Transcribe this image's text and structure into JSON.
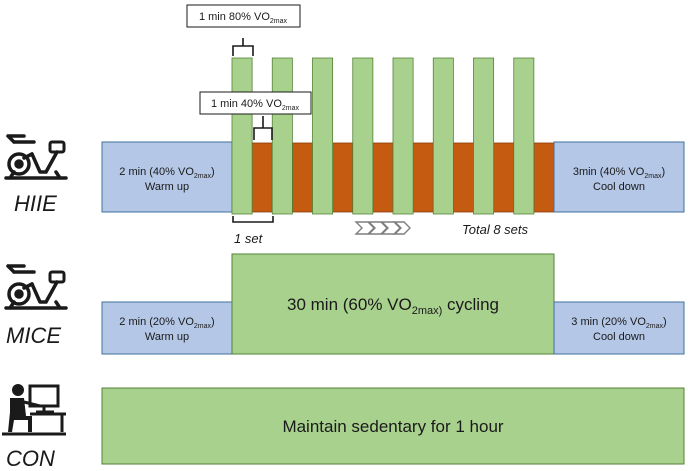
{
  "colors": {
    "blue": "#b4c7e7",
    "blue_stroke": "#41719c",
    "green": "#a9d18e",
    "green_stroke": "#548235",
    "orange": "#c55a11",
    "orange_stroke": "#843c0c",
    "ink": "#1a1a1a"
  },
  "rows": {
    "hiie": {
      "label": "HIIE",
      "icon": "stationary-bike-icon",
      "warmup": {
        "line1": "2 min (40% VO",
        "sub": "2max",
        "line1_end": ")",
        "line2": "Warm up"
      },
      "cooldown": {
        "line1": "3min (40% VO",
        "sub": "2max",
        "line1_end": ")",
        "line2": "Cool down"
      },
      "callout_high": {
        "text": "1 min 80% VO",
        "sub": "2max"
      },
      "callout_low": {
        "text": "1 min 40% VO",
        "sub": "2max"
      },
      "set_label": "1 set",
      "total_label": "Total 8 sets",
      "sets": 8
    },
    "mice": {
      "label": "MICE",
      "icon": "stationary-bike-icon",
      "warmup": {
        "line1": "2 min (20% VO",
        "sub": "2max",
        "line1_end": ")",
        "line2": "Warm up"
      },
      "main": {
        "text": "30 min (60% VO",
        "sub": "2max)",
        "text_end": " cycling"
      },
      "cooldown": {
        "line1": "3 min (20% VO",
        "sub": "2max",
        "line1_end": ")",
        "line2": "Cool down"
      }
    },
    "con": {
      "label": "CON",
      "icon": "person-at-desk-icon",
      "main": {
        "text": "Maintain sedentary for 1 hour"
      }
    }
  }
}
